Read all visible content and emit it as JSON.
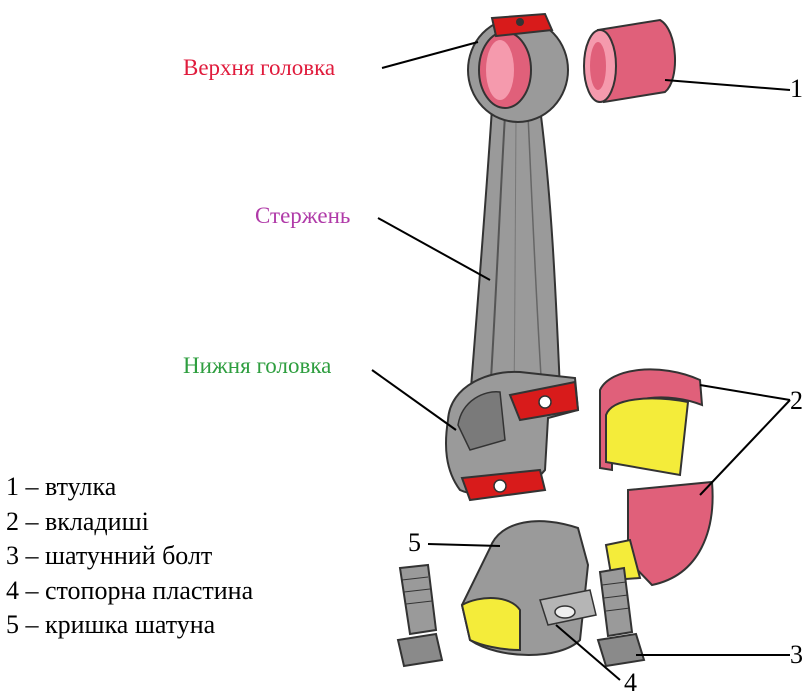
{
  "labels": {
    "upper_head": {
      "text": "Верхня головка",
      "color": "#e01b3c"
    },
    "shank": {
      "text": "Стержень",
      "color": "#b03aa8"
    },
    "lower_head": {
      "text": "Нижня головка",
      "color": "#2e9e3f"
    }
  },
  "callouts": {
    "n1": "1",
    "n2": "2",
    "n3": "3",
    "n4": "4",
    "n5": "5"
  },
  "legend": [
    "1 – втулка",
    "2 – вкладиші",
    "3 – шатунний болт",
    "4 – стопорна пластина",
    "5 – кришка шатуна"
  ],
  "colors": {
    "metal": "#9a9a9a",
    "metal_dark": "#5a5a5a",
    "bushing": "#e0607a",
    "bearing_liner": "#f4ec3a",
    "cut_face": "#d81b1b"
  }
}
